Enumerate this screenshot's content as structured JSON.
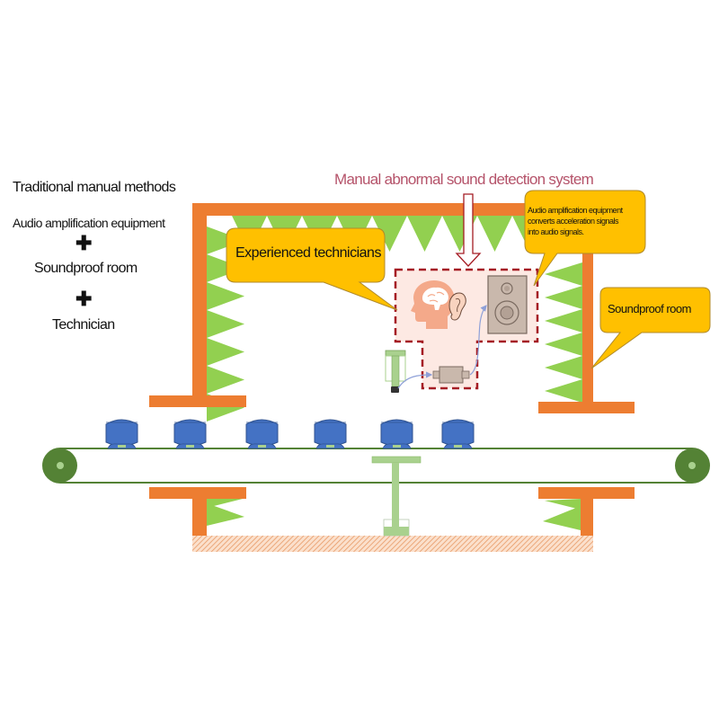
{
  "legend": {
    "heading": "Traditional manual methods",
    "items": [
      {
        "label": "Audio amplification equipment"
      },
      {
        "label": "Soundproof room"
      },
      {
        "label": "Technician"
      }
    ],
    "separator_icon": "plus-icon"
  },
  "diagram": {
    "system_title": "Manual abnormal sound detection system",
    "callouts": {
      "technicians": "Experienced technicians",
      "amplifier_line1": "Audio amplification equipment",
      "amplifier_line2": "converts acceleration signals",
      "amplifier_line3": "into audio signals.",
      "room": "Soundproof room"
    },
    "product_count": 6,
    "colors": {
      "wall": "#ed7d31",
      "foam": "#92d050",
      "callout_fill": "#ffc000",
      "callout_border": "#b08a2a",
      "dashed_border": "#a51c24",
      "detection_zone": "#fde9e3",
      "title": "#b5536a",
      "product": "#4472c4",
      "product_outline": "#2f528f",
      "belt": "#548235",
      "pulley": "#548235",
      "stand": "#a9d18e",
      "floor": "#f4b183",
      "head_icon": "#f4a98a",
      "speaker": "#c9b8ac",
      "amplifier": "#c9b8ac",
      "signal_line": "#8ea0d8"
    }
  }
}
